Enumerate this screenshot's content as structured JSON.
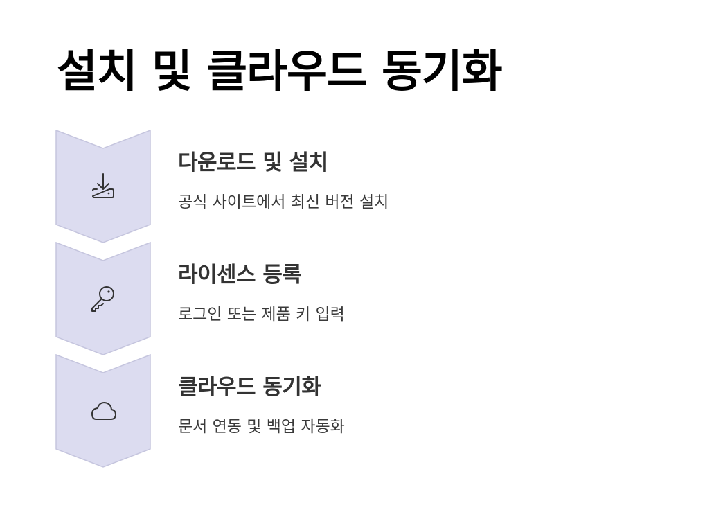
{
  "title": "설치 및 클라우드 동기화",
  "colors": {
    "chevron_fill": "#dcdcf0",
    "chevron_stroke": "#c5c5de",
    "icon_stroke": "#333333",
    "title_text": "#000000",
    "step_title_text": "#333333",
    "step_desc_text": "#3a3a3a"
  },
  "steps": [
    {
      "icon": "download-icon",
      "title": "다운로드 및 설치",
      "description": "공식 사이트에서 최신 버전 설치"
    },
    {
      "icon": "key-icon",
      "title": "라이센스 등록",
      "description": "로그인 또는 제품 키 입력"
    },
    {
      "icon": "cloud-icon",
      "title": "클라우드 동기화",
      "description": "문서 연동 및 백업 자동화"
    }
  ]
}
